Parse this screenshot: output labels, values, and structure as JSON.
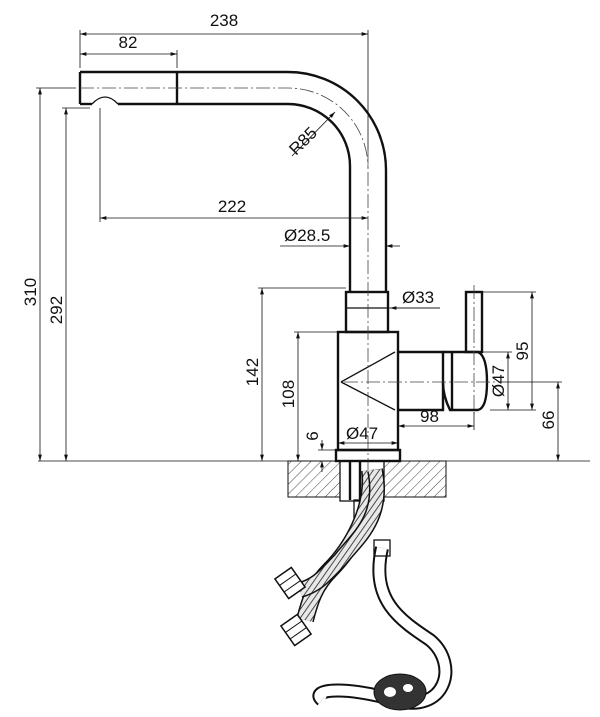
{
  "dimensions": {
    "overall_width": "238",
    "spout_length": "82",
    "reach": "222",
    "bend_radius": "R85",
    "spout_dia": "Ø28.5",
    "body_upper_dia": "Ø33",
    "body_dia": "Ø47",
    "handle_dia": "Ø47",
    "overall_height": "310",
    "spout_height": "292",
    "body_height": "142",
    "lever_height": "108",
    "base_height": "6",
    "handle_length": "98",
    "handle_height": "95",
    "handle_axis_height": "66"
  }
}
